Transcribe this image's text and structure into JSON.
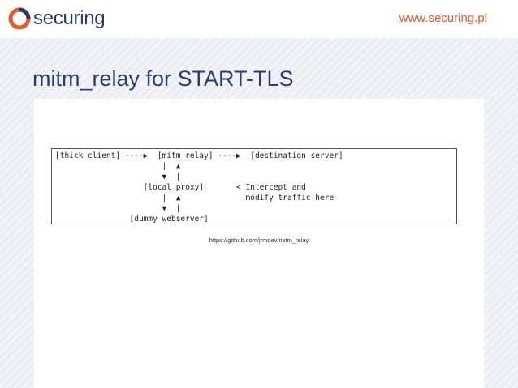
{
  "header": {
    "brand": "securing",
    "website": "www.securing.pl",
    "colors": {
      "accent": "#e05a33",
      "navy": "#2b3a57"
    }
  },
  "slide": {
    "title": "mitm_relay for START-TLS",
    "diagram_lines": [
      "[thick client] ----▶  [mitm_relay] ----▶  [destination server]",
      "                       |  ▲",
      "                       ▼  |",
      "                   [local proxy]       < Intercept and",
      "                       |  ▲              modify traffic here",
      "                       ▼  |",
      "                [dummy webserver]"
    ],
    "source_url": "https://github.com/jrmdev/mitm_relay",
    "colors": {
      "title": "#2f3c6b",
      "background": "#eceef4"
    }
  }
}
